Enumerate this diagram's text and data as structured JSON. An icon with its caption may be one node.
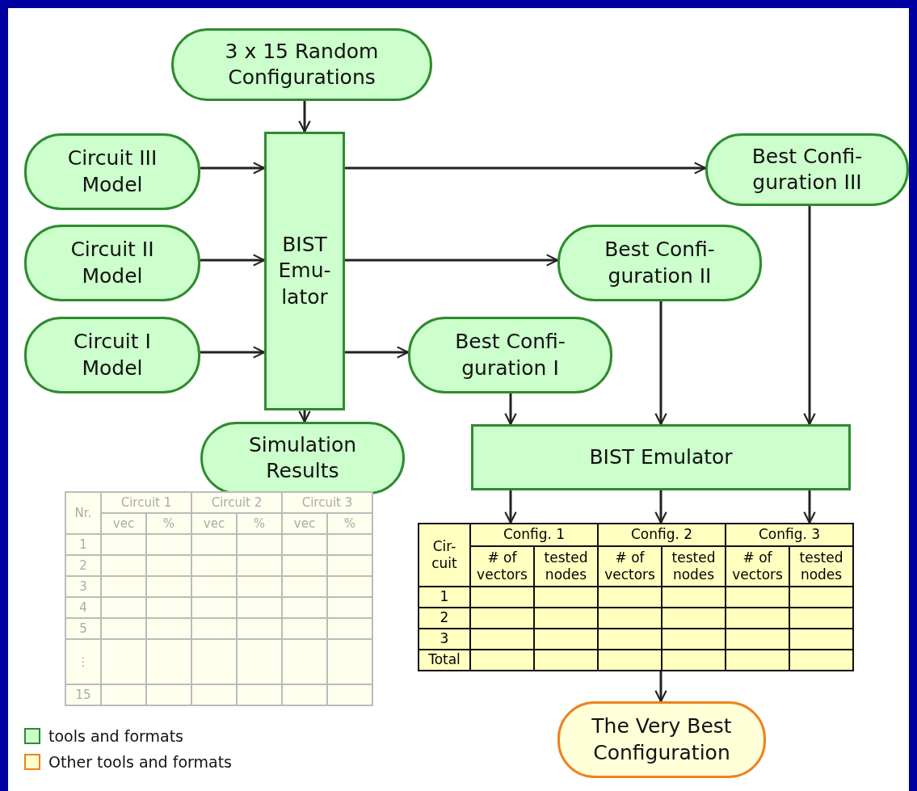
{
  "diagram": {
    "nodes": [
      {
        "text": [
          "3 x 15 Random Configurations"
        ]
      },
      {
        "text": [
          "Circuit III Model"
        ]
      },
      {
        "text": [
          "Circuit II Model"
        ]
      },
      {
        "text": [
          "Circuit I Model"
        ]
      },
      {
        "text": [
          "BIST Emu- lator"
        ]
      },
      {
        "text": [
          "Best Confi- guration III"
        ]
      },
      {
        "text": [
          "Best Confi- guration II"
        ]
      },
      {
        "text": [
          "Best Confi- guration I"
        ]
      },
      {
        "text": [
          "Simulation Results"
        ]
      },
      {
        "text": [
          "Nr.",
          "Circuit 1",
          "Circuit 2",
          "Circuit 3",
          "vec",
          "%",
          "vec",
          "%",
          "vec",
          "%",
          "1",
          "2",
          "3",
          "4",
          "5",
          "⋮",
          "15"
        ]
      },
      {
        "text": [
          "BIST Emulator"
        ]
      },
      {
        "text": [
          "Cir- cuit",
          "Config. 1",
          "Config. 2",
          "Config. 3",
          "# of vectors",
          "tested nodes",
          "# of vectors",
          "tested nodes",
          "# of vectors",
          "tested nodes",
          "1",
          "2",
          "3",
          "Total"
        ]
      },
      {
        "text": [
          "The Very Best Configuration"
        ]
      }
    ],
    "edges": [
      {
        "from": 0,
        "to": 4,
        "arrow": "to"
      },
      {
        "from": 1,
        "to": 4,
        "arrow": "to"
      },
      {
        "from": 2,
        "to": 4,
        "arrow": "to"
      },
      {
        "from": 3,
        "to": 4,
        "arrow": "to"
      },
      {
        "from": 4,
        "to": 5,
        "arrow": "to"
      },
      {
        "from": 4,
        "to": 6,
        "arrow": "to"
      },
      {
        "from": 4,
        "to": 7,
        "arrow": "to"
      },
      {
        "from": 4,
        "to": 8,
        "arrow": "to"
      },
      {
        "from": 7,
        "to": 10,
        "arrow": "to"
      },
      {
        "from": 6,
        "to": 10,
        "arrow": "to"
      },
      {
        "from": 5,
        "to": 10,
        "arrow": "to"
      },
      {
        "from": 10,
        "to": 11,
        "arrow": "to"
      },
      {
        "from": 10,
        "to": 11,
        "arrow": "to"
      },
      {
        "from": 10,
        "to": 11,
        "arrow": "to"
      },
      {
        "from": 11,
        "to": 12,
        "arrow": "to"
      }
    ],
    "legend": [
      {
        "text": "tools and formats",
        "color": "#ccffcc"
      },
      {
        "text": "Other tools and formats",
        "color": "#ffffcc"
      }
    ]
  }
}
